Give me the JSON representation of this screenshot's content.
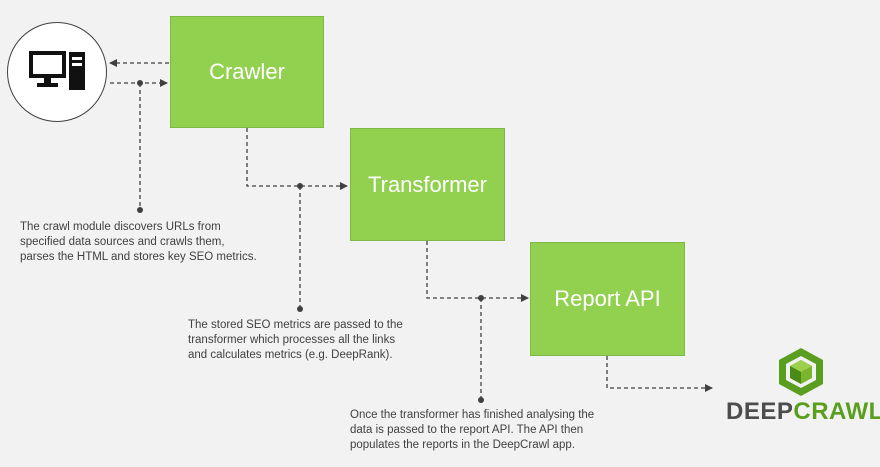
{
  "nodes": {
    "crawler": "Crawler",
    "transformer": "Transformer",
    "report_api": "Report API"
  },
  "notes": {
    "crawl_module": "The crawl module discovers URLs from\nspecified data sources and crawls them,\nparses the HTML and stores key SEO metrics.",
    "stored_metrics": "The stored SEO metrics are passed to the\ntransformer which processes all the links\nand calculates metrics (e.g. DeepRank).",
    "transformer_done": "Once the transformer has finished analysing the\ndata is passed to the report API. The API then\npopulates the reports in the DeepCrawl app."
  },
  "logo": {
    "part1": "DEEP",
    "part2": "CRAWL"
  },
  "icons": {
    "client": "desktop-computer-icon",
    "brand": "deepcrawl-logo-icon"
  },
  "colors": {
    "node_fill": "#92d050",
    "logo_green": "#5a9e1f",
    "line": "#404040"
  }
}
